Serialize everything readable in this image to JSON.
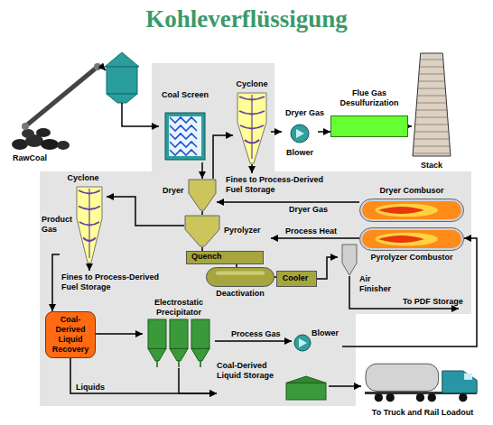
{
  "diagram": {
    "title": "Kohleverflüssigung",
    "nodes": [
      {
        "text": [
          "Coal Screen"
        ]
      },
      {
        "text": [
          "Cyclone"
        ]
      },
      {
        "text": [
          "Blower"
        ]
      },
      {
        "text": [
          "Flue Gas Desulfurization"
        ]
      },
      {
        "text": [
          "Stack"
        ]
      },
      {
        "text": [
          "Dryer"
        ]
      },
      {
        "text": [
          "Cyclone"
        ]
      },
      {
        "text": [
          "Pyrolyzer"
        ]
      },
      {
        "text": [
          "Quench"
        ]
      },
      {
        "text": [
          "Deactivation"
        ]
      },
      {
        "text": [
          "Cooler"
        ]
      },
      {
        "text": [
          "Air Finisher"
        ]
      },
      {
        "text": [
          "Dryer Combusor"
        ]
      },
      {
        "text": [
          "Pyrolyzer Combustor"
        ]
      },
      {
        "text": [
          "Coal-Derived Liquid Recovery"
        ]
      },
      {
        "text": [
          "Electrostatic Precipitator"
        ]
      },
      {
        "text": [
          "Blower"
        ]
      },
      {
        "text": [
          "Coal-Derived Liquid Storage"
        ]
      },
      {
        "text": [
          "To Truck and Rail Loadout"
        ]
      }
    ],
    "edges": [
      {
        "from": 0,
        "to": 5,
        "arrow": "to"
      },
      {
        "from": 5,
        "to": 1,
        "arrow": "to"
      },
      {
        "from": 1,
        "to": 2,
        "arrow": "to"
      },
      {
        "from": 2,
        "to": 3,
        "label": "Dryer Gas",
        "arrow": "to"
      },
      {
        "from": 3,
        "to": 4,
        "arrow": "to"
      },
      {
        "from": 5,
        "to": 7,
        "arrow": "none"
      },
      {
        "from": 7,
        "to": 8,
        "arrow": "none"
      },
      {
        "from": 8,
        "to": 9,
        "arrow": "none"
      },
      {
        "from": 9,
        "to": 10,
        "arrow": "none"
      },
      {
        "from": 10,
        "to": 11,
        "arrow": "to"
      },
      {
        "from": 7,
        "to": 6,
        "label": "Product Gas",
        "arrow": "to"
      },
      {
        "from": 6,
        "to": 14,
        "arrow": "to"
      },
      {
        "from": 14,
        "to": 15,
        "arrow": "to"
      },
      {
        "from": 15,
        "to": 16,
        "label": "Process Gas",
        "arrow": "to"
      },
      {
        "from": 16,
        "to": 13,
        "arrow": "to"
      },
      {
        "from": 12,
        "to": 5,
        "label": "Dryer Gas",
        "arrow": "to"
      },
      {
        "from": 13,
        "to": 7,
        "label": "Process Heat",
        "arrow": "to"
      },
      {
        "from": 14,
        "to": 17,
        "label": "Liquids",
        "arrow": "to"
      },
      {
        "from": 15,
        "to": 17,
        "arrow": "to"
      },
      {
        "from": 17,
        "to": 18,
        "arrow": "to"
      }
    ],
    "labels": [
      "RawCoal",
      "Fines to Process-Derived Fuel Storage",
      "Fines to Process-Derived Fuel Storage",
      "To PDF Storage"
    ]
  }
}
